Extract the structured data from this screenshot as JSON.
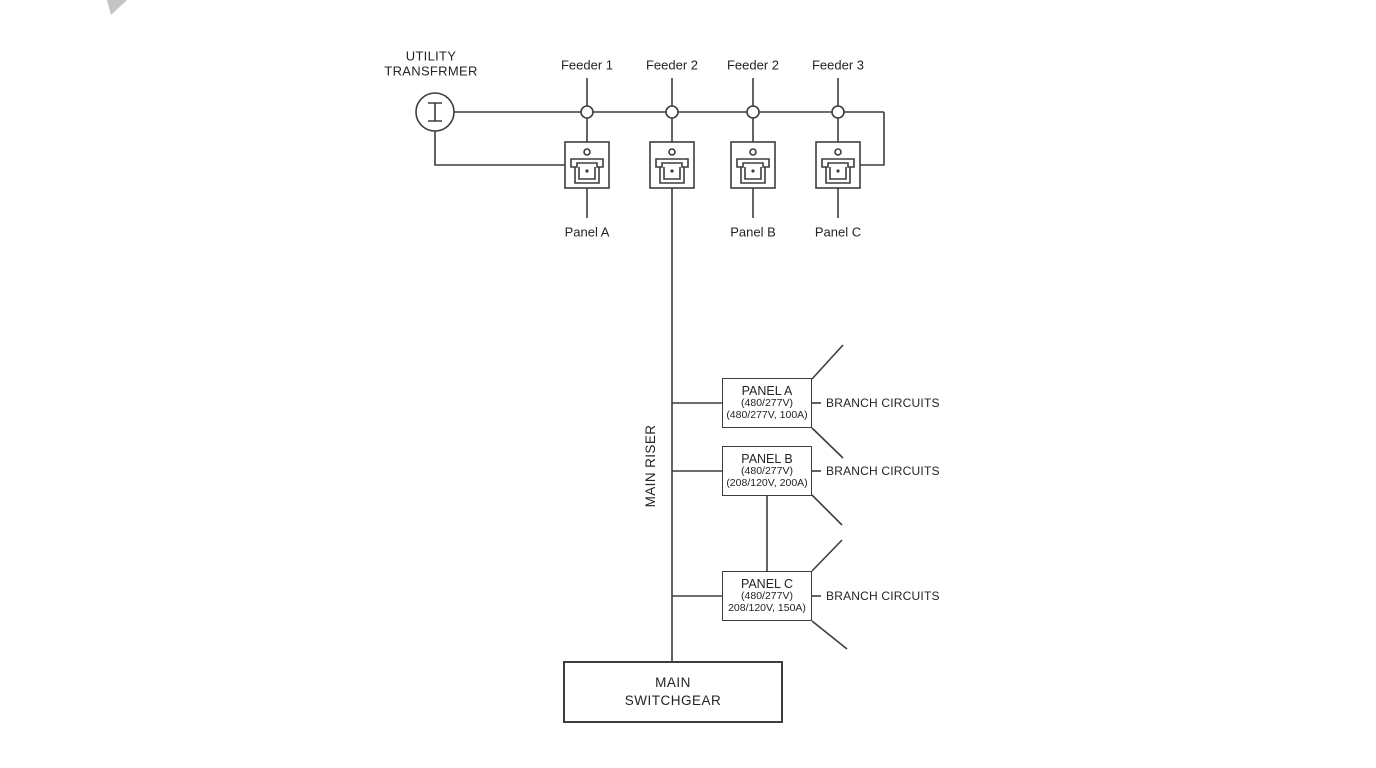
{
  "diagram": {
    "transformer": {
      "label_line1": "UTILITY",
      "label_line2": "TRANSFRMER"
    },
    "feeders": [
      {
        "label": "Feeder 1"
      },
      {
        "label": "Feeder 2"
      },
      {
        "label": "Feeder 2"
      },
      {
        "label": "Feeder 3"
      }
    ],
    "breaker_panel_tags": [
      {
        "label": "Panel A"
      },
      {
        "label": "Panel B"
      },
      {
        "label": "Panel C"
      }
    ],
    "main_riser_label": "MAIN RISER",
    "panels": [
      {
        "name": "PANEL A",
        "voltage": "(480/277V)",
        "rating": "(480/277V, 100A)",
        "branch_label": "BRANCH CIRCUITS"
      },
      {
        "name": "PANEL B",
        "voltage": "(480/277V)",
        "rating": "(208/120V, 200A)",
        "branch_label": "BRANCH CIRCUITS"
      },
      {
        "name": "PANEL C",
        "voltage": "(480/277V)",
        "rating": "208/120V, 150A)",
        "branch_label": "BRANCH CIRCUITS"
      }
    ],
    "switchgear": {
      "line1": "MAIN",
      "line2": "SWITCHGEAR"
    },
    "colors": {
      "line": "#3d3d3d",
      "text": "#242424",
      "background": "#ffffff"
    }
  }
}
